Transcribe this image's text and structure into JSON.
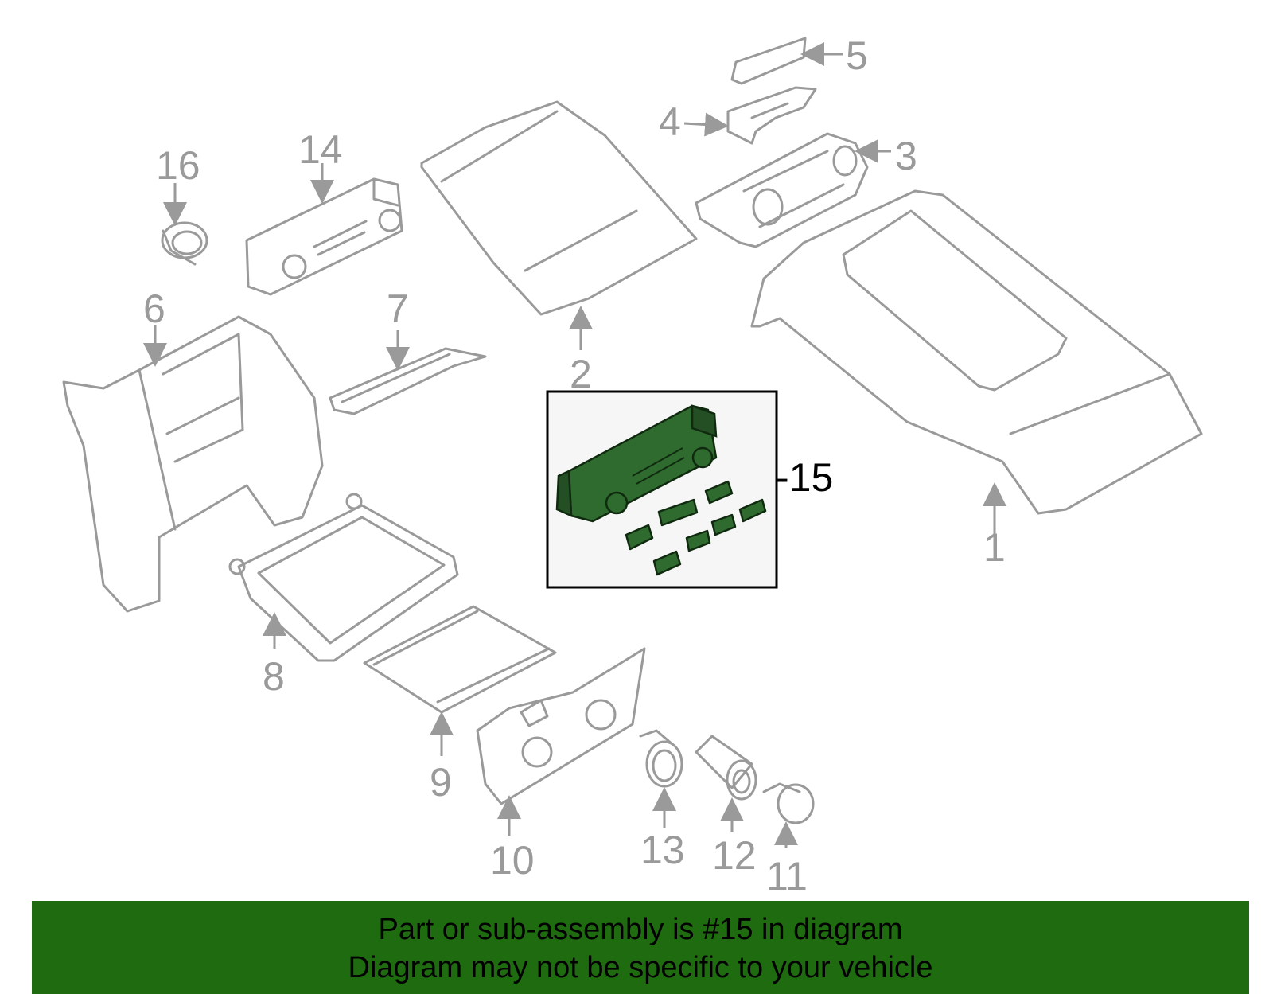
{
  "callouts": {
    "c1": "1",
    "c2": "2",
    "c3": "3",
    "c4": "4",
    "c5": "5",
    "c6": "6",
    "c7": "7",
    "c8": "8",
    "c9": "9",
    "c10": "10",
    "c11": "11",
    "c12": "12",
    "c13": "13",
    "c14": "14",
    "c15": "-15",
    "c16": "16"
  },
  "highlight": {
    "part_number": "15",
    "fill_color": "#2f6b2f",
    "box_background": "#f6f6f6"
  },
  "banner": {
    "line1": "Part or sub-assembly is #15 in diagram",
    "line2": "Diagram may not be specific to your vehicle",
    "background": "#1f6b10"
  }
}
